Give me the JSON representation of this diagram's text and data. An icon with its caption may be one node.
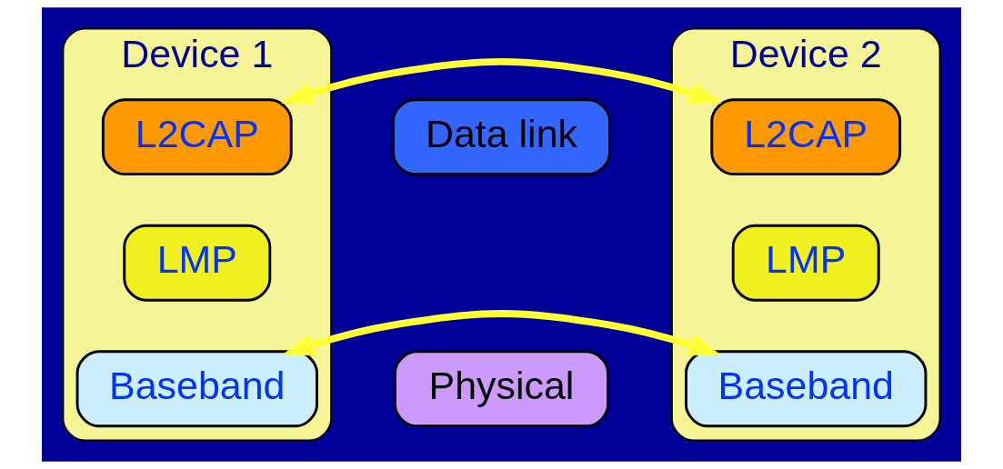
{
  "diagram": {
    "nodes": [
      {
        "text": [
          "Device 1"
        ]
      },
      {
        "text": [
          "Device 2"
        ]
      },
      {
        "text": [
          "Data link"
        ]
      },
      {
        "text": [
          "L2CAP"
        ],
        "in": 0
      },
      {
        "text": [
          "L2CAP"
        ],
        "in": 1
      },
      {
        "text": [
          "LMP"
        ],
        "in": 0
      },
      {
        "text": [
          "LMP"
        ],
        "in": 1
      },
      {
        "text": [
          "Physical"
        ]
      },
      {
        "text": [
          "Baseband"
        ],
        "in": 0
      },
      {
        "text": [
          "Baseband"
        ],
        "in": 1
      }
    ],
    "edges": [
      {
        "from": 3,
        "to": 4,
        "arrow": "both"
      },
      {
        "from": 8,
        "to": 9,
        "arrow": "both"
      }
    ]
  }
}
